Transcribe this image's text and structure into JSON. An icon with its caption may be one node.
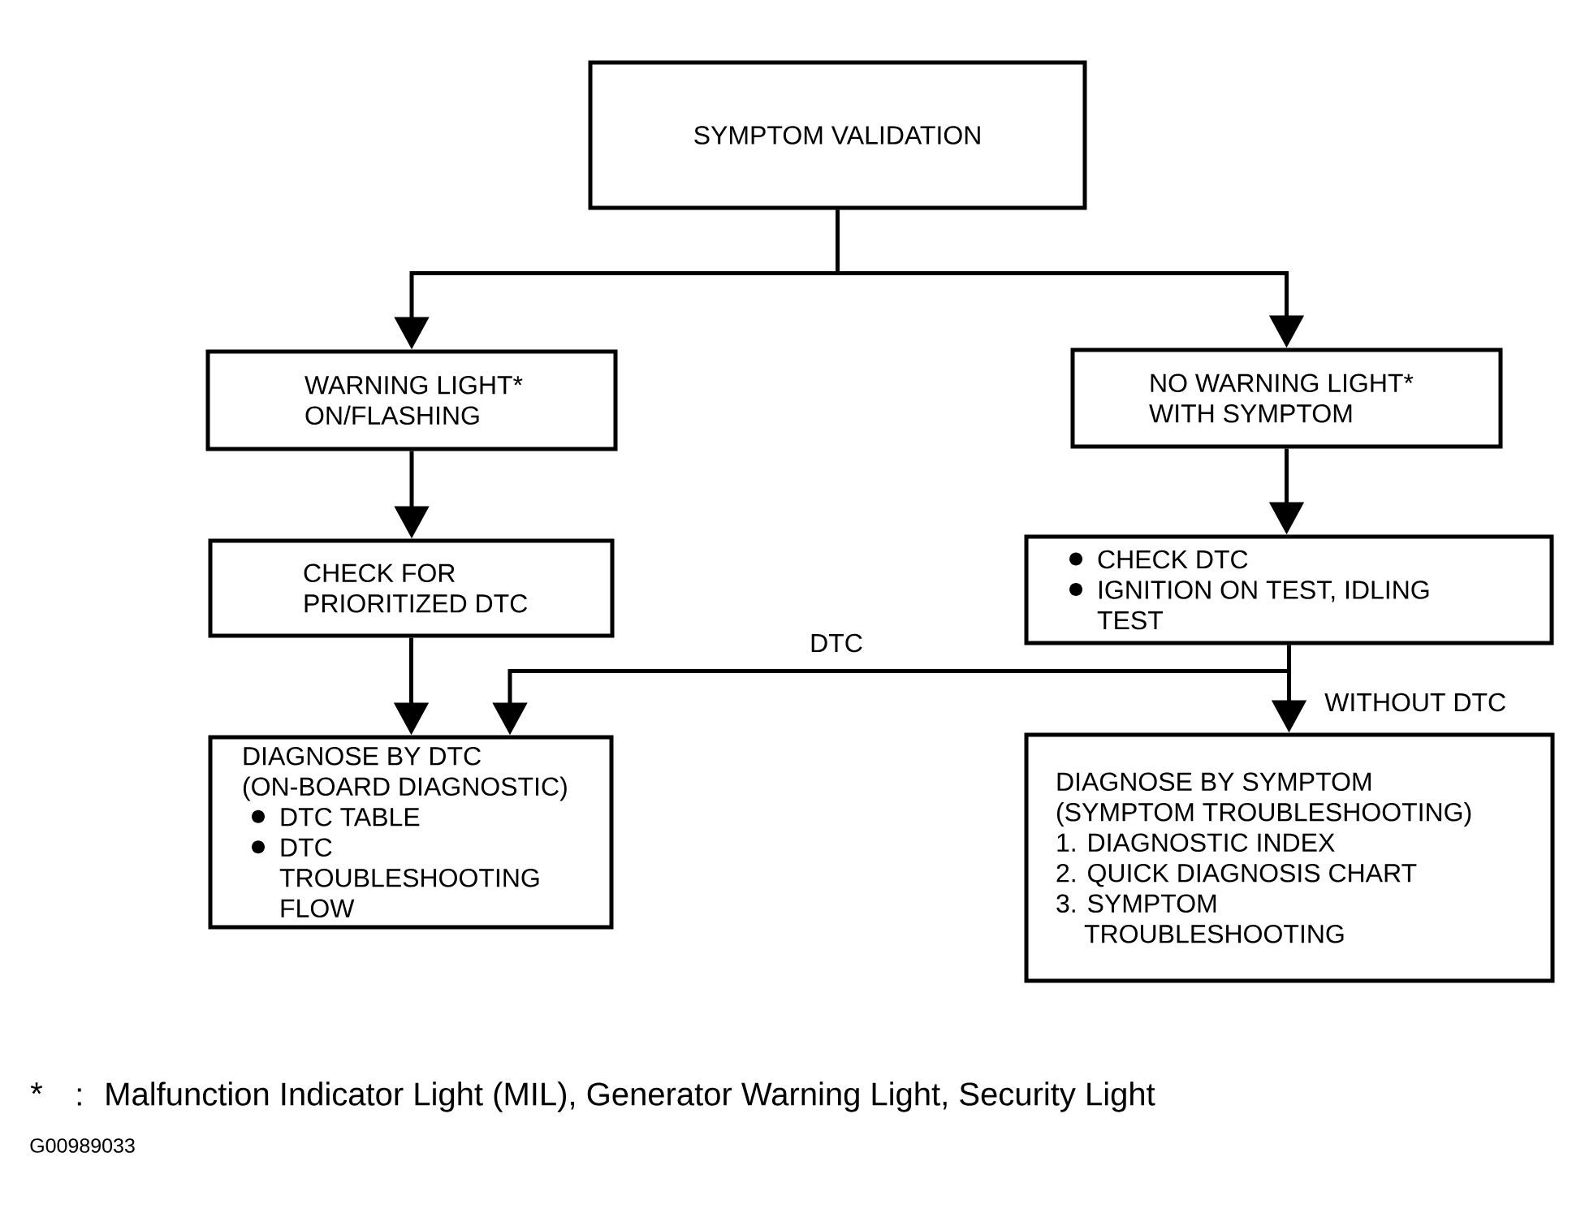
{
  "diagram": {
    "nodes": [
      {
        "text": [
          "SYMPTOM VALIDATION"
        ]
      },
      {
        "text": [
          "WARNING LIGHT* ON/FLASHING"
        ]
      },
      {
        "text": [
          "NO WARNING LIGHT* WITH SYMPTOM"
        ]
      },
      {
        "text": [
          "CHECK FOR PRIORITIZED DTC"
        ]
      },
      {
        "text": [
          "CHECK DTC",
          "IGNITION ON TEST, IDLING TEST"
        ]
      },
      {
        "text": [
          "DIAGNOSE BY DTC",
          "(ON-BOARD DIAGNOSTIC)",
          "DTC TABLE",
          "DTC TROUBLESHOOTING FLOW"
        ]
      },
      {
        "text": [
          "DIAGNOSE BY SYMPTOM",
          "(SYMPTOM TROUBLESHOOTING)",
          "1. DIAGNOSTIC INDEX",
          "2. QUICK DIAGNOSIS CHART",
          "3. SYMPTOM TROUBLESHOOTING"
        ]
      }
    ],
    "edges": [
      {
        "from": 0,
        "to": 1,
        "arrow": "to"
      },
      {
        "from": 0,
        "to": 2,
        "arrow": "to"
      },
      {
        "from": 1,
        "to": 3,
        "arrow": "to"
      },
      {
        "from": 2,
        "to": 4,
        "arrow": "to"
      },
      {
        "from": 3,
        "to": 5,
        "arrow": "to"
      },
      {
        "from": 4,
        "to": 5,
        "arrow": "to",
        "label": "DTC"
      },
      {
        "from": 4,
        "to": 6,
        "arrow": "to",
        "label": "WITHOUT DTC"
      }
    ],
    "labels": [
      "*",
      ":",
      "Malfunction Indicator Light (MIL), Generator Warning Light, Security Light",
      "G00989033"
    ]
  }
}
